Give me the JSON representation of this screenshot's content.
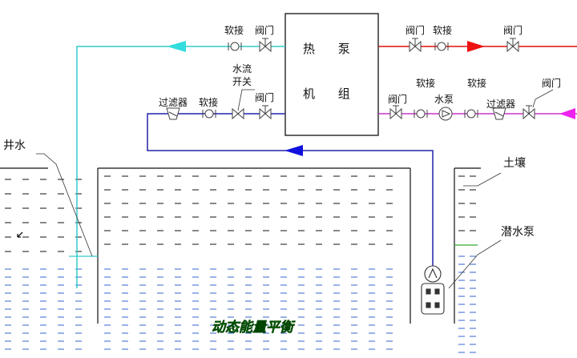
{
  "unit": {
    "line1": "热 泵",
    "line2": "机 组"
  },
  "labels": {
    "well_water": "井水",
    "soil": "土壤",
    "submersible_pump": "潜水泵",
    "balance": "动态能量平衡",
    "soft_joint": "软接",
    "valve": "阀门",
    "flow_switch_1": "水流",
    "flow_switch_2": "开关",
    "filter": "过滤器",
    "water_pump": "水泵"
  },
  "colors": {
    "cold_line": "#33cccc",
    "hot_line": "#dd1111",
    "return_line": "#cc33cc",
    "well_line": "#2222aa",
    "water_dash": "#3366cc",
    "soil_dash": "#111111",
    "balance_text": "#00aa00",
    "component": "#444444"
  },
  "icons": {
    "valve": "valve-icon",
    "soft_joint": "soft-joint-icon",
    "filter": "filter-icon",
    "pump": "pump-icon",
    "flow_switch": "flow-switch-icon",
    "arrow": "flow-arrow-icon"
  }
}
